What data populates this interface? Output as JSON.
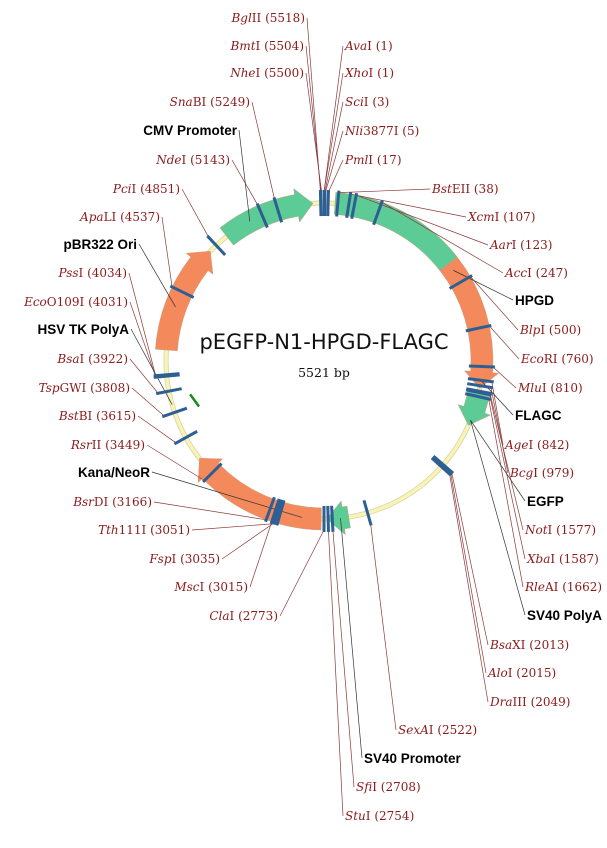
{
  "title": "pEGFP-N1-HPGD-FLAGC",
  "length": "5521 bp",
  "colors": {
    "backbone": "#f7f3b9",
    "green": "#5ccb96",
    "orange": "#f4895c",
    "site": "#2e5f93",
    "enzyme_text": "#8b1a1a",
    "hsv": "#1a8a1a"
  },
  "enzymes": [
    {
      "i": "Bgl",
      "r": "II",
      "pos": "5518"
    },
    {
      "i": "Bmt",
      "r": "I",
      "pos": "5504"
    },
    {
      "i": "Nhe",
      "r": "I",
      "pos": "5500"
    },
    {
      "i": "Sna",
      "r": "BI",
      "pos": "5249"
    },
    {
      "i": "Nde",
      "r": "I",
      "pos": "5143"
    },
    {
      "i": "Pci",
      "r": "I",
      "pos": "4851"
    },
    {
      "i": "Apa",
      "r": "LI",
      "pos": "4537"
    },
    {
      "i": "Pss",
      "r": "I",
      "pos": "4034"
    },
    {
      "i": "Eco",
      "r": "O109I",
      "pos": "4031"
    },
    {
      "i": "Bsa",
      "r": "I",
      "pos": "3922"
    },
    {
      "i": "Tsp",
      "r": "GWI",
      "pos": "3808"
    },
    {
      "i": "Bst",
      "r": "BI",
      "pos": "3615"
    },
    {
      "i": "Rsr",
      "r": "II",
      "pos": "3449"
    },
    {
      "i": "Bsr",
      "r": "DI",
      "pos": "3166"
    },
    {
      "i": "Tth",
      "r": "111I",
      "pos": "3051"
    },
    {
      "i": "Fsp",
      "r": "I",
      "pos": "3035"
    },
    {
      "i": "Msc",
      "r": "I",
      "pos": "3015"
    },
    {
      "i": "Cla",
      "r": "I",
      "pos": "2773"
    },
    {
      "i": "Ava",
      "r": "I",
      "pos": "1"
    },
    {
      "i": "Xho",
      "r": "I",
      "pos": "1"
    },
    {
      "i": "Sci",
      "r": "I",
      "pos": "3"
    },
    {
      "i": "Nli",
      "r": "3877I",
      "pos": "5"
    },
    {
      "i": "Pml",
      "r": "I",
      "pos": "17"
    },
    {
      "i": "Bst",
      "r": "EII",
      "pos": "38"
    },
    {
      "i": "Xcm",
      "r": "I",
      "pos": "107"
    },
    {
      "i": "Aar",
      "r": "I",
      "pos": "123"
    },
    {
      "i": "Acc",
      "r": "I",
      "pos": "247"
    },
    {
      "i": "Blp",
      "r": "I",
      "pos": "500"
    },
    {
      "i": "Eco",
      "r": "RI",
      "pos": "760"
    },
    {
      "i": "Mlu",
      "r": "I",
      "pos": "810"
    },
    {
      "i": "Age",
      "r": "I",
      "pos": "842"
    },
    {
      "i": "Bcg",
      "r": "I",
      "pos": "979"
    },
    {
      "i": "Not",
      "r": "I",
      "pos": "1577"
    },
    {
      "i": "Xba",
      "r": "I",
      "pos": "1587"
    },
    {
      "i": "Rle",
      "r": "AI",
      "pos": "1662"
    },
    {
      "i": "Bsa",
      "r": "XI",
      "pos": "2013"
    },
    {
      "i": "Alo",
      "r": "I",
      "pos": "2015"
    },
    {
      "i": "Dra",
      "r": "III",
      "pos": "2049"
    },
    {
      "i": "SexA",
      "r": "I",
      "pos": "2522"
    },
    {
      "i": "Sfi",
      "r": "I",
      "pos": "2708"
    },
    {
      "i": "Stu",
      "r": "I",
      "pos": "2754"
    }
  ],
  "features": [
    {
      "name": "CMV Promoter"
    },
    {
      "name": "pBR322 Ori"
    },
    {
      "name": "HSV TK PolyA"
    },
    {
      "name": "Kana/NeoR"
    },
    {
      "name": "HPGD"
    },
    {
      "name": "FLAGC"
    },
    {
      "name": "EGFP"
    },
    {
      "name": "SV40 PolyA"
    },
    {
      "name": "SV40 Promoter"
    }
  ]
}
